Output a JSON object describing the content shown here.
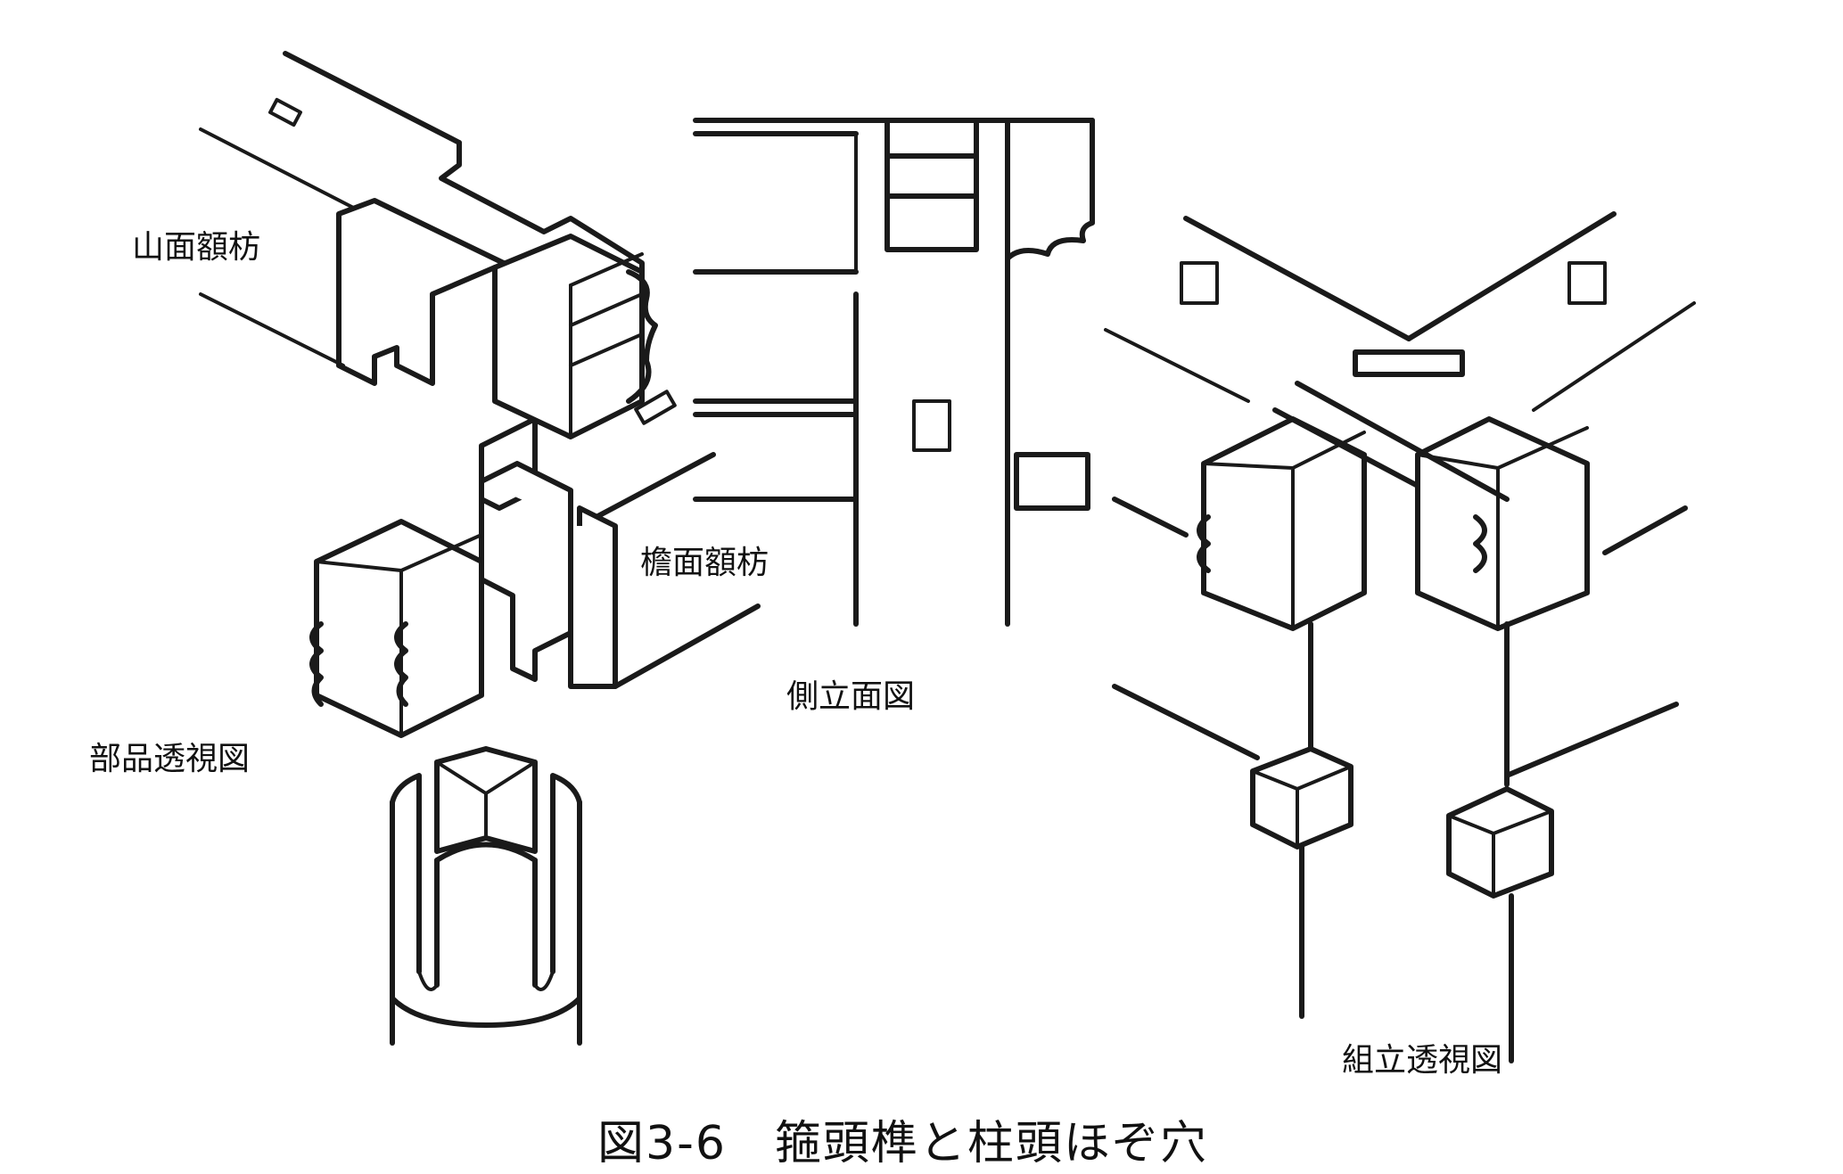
{
  "labels": {
    "gable_beam": "山面額枋",
    "eave_beam": "檐面額枋",
    "parts_view": "部品透視図",
    "side_elevation": "側立面図",
    "assembly_view": "組立透視図"
  },
  "caption": "図3-6　箍頭榫と柱頭ほぞ穴"
}
